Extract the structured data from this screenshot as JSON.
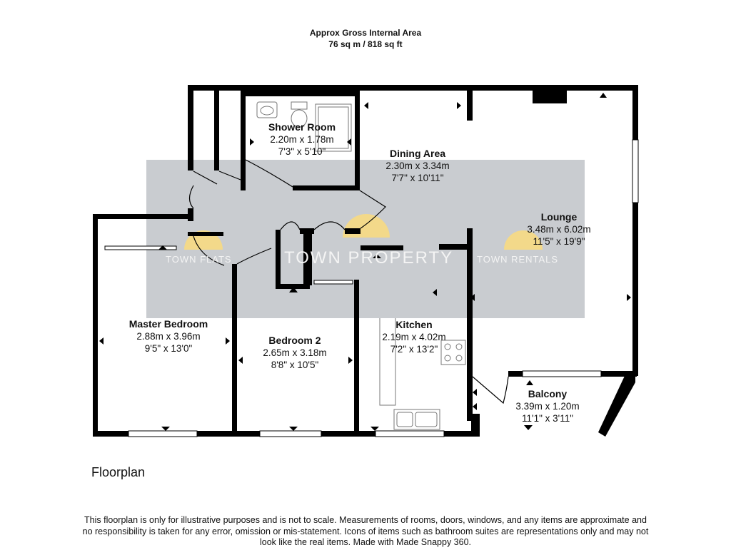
{
  "header": {
    "line1": "Approx Gross Internal Area",
    "line2": "76 sq m / 818 sq ft"
  },
  "rooms": [
    {
      "id": "shower-room",
      "name": "Shower Room",
      "metric": "2.20m x 1.78m",
      "imperial": "7'3\" x 5'10\""
    },
    {
      "id": "dining-area",
      "name": "Dining Area",
      "metric": "2.30m x 3.34m",
      "imperial": "7'7\" x 10'11\""
    },
    {
      "id": "lounge",
      "name": "Lounge",
      "metric": "3.48m x 6.02m",
      "imperial": "11'5\" x 19'9\""
    },
    {
      "id": "master-bedroom",
      "name": "Master Bedroom",
      "metric": "2.88m x 3.96m",
      "imperial": "9'5\" x 13'0\""
    },
    {
      "id": "bedroom-2",
      "name": "Bedroom 2",
      "metric": "2.65m x 3.18m",
      "imperial": "8'8\" x 10'5\""
    },
    {
      "id": "kitchen",
      "name": "Kitchen",
      "metric": "2.19m x 4.02m",
      "imperial": "7'2\" x 13'2\""
    },
    {
      "id": "balcony",
      "name": "Balcony",
      "metric": "3.39m x 1.20m",
      "imperial": "11'1\" x 3'11\""
    }
  ],
  "watermark": {
    "left": "TOWN FLATS",
    "center": "TOWN PROPERTY",
    "right": "TOWN RENTALS"
  },
  "caption": "Floorplan",
  "disclaimer": "This floorplan is only for illustrative purposes and is not to scale. Measurements of rooms, doors, windows, and any items are approximate and no responsibility is taken for any error, omission or mis-statement. Icons of items such as bathroom suites are representations only and may not look like the real items. Made with Made Snappy 360.",
  "colors": {
    "wall": "#000000",
    "watermark_band": "#c9ccd0",
    "logo": "#f3d98a"
  }
}
